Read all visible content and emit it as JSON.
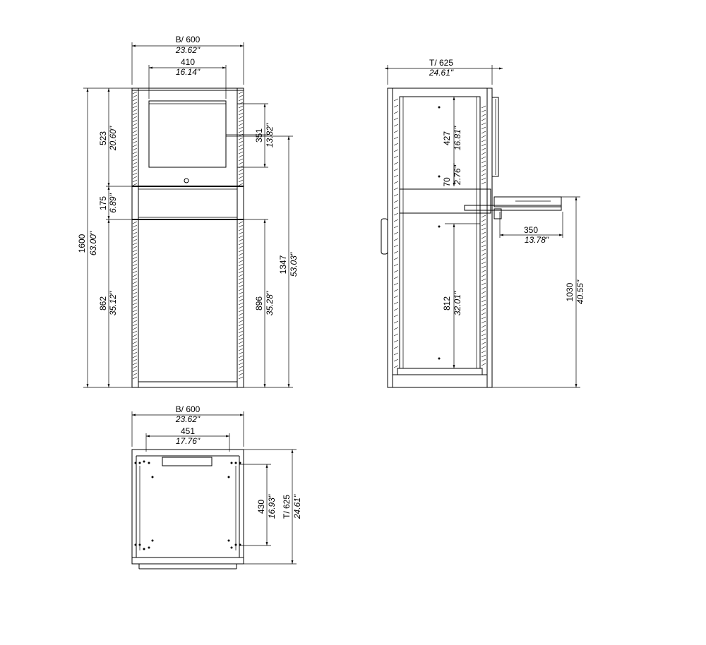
{
  "front_view": {
    "width": {
      "mm": "B/ 600",
      "in": "23.62\""
    },
    "screen_width": {
      "mm": "410",
      "in": "16.14\""
    },
    "screen_height": {
      "mm": "351",
      "in": "13.82\""
    },
    "top_section": {
      "mm": "523",
      "in": "20.60\""
    },
    "middle_section": {
      "mm": "175",
      "in": "6.89\""
    },
    "bottom_section": {
      "mm": "862",
      "in": "35.12\""
    },
    "total_height": {
      "mm": "1600",
      "in": "63.00\""
    },
    "height_to_screen": {
      "mm": "1347",
      "in": "53.03\""
    },
    "door_height": {
      "mm": "896",
      "in": "35.28\""
    }
  },
  "side_view": {
    "depth": {
      "mm": "T/ 625",
      "in": "24.61\""
    },
    "upper_compartment": {
      "mm": "427",
      "in": "16.81\""
    },
    "shelf_gap": {
      "mm": "70",
      "in": "2.76\""
    },
    "lower_compartment": {
      "mm": "812",
      "in": "32.01\""
    },
    "keyboard_extension": {
      "mm": "350",
      "in": "13.78\""
    },
    "keyboard_height": {
      "mm": "1030",
      "in": "40.55\""
    }
  },
  "top_view": {
    "width": {
      "mm": "B/ 600",
      "in": "23.62\""
    },
    "inner_width": {
      "mm": "451",
      "in": "17.76\""
    },
    "inner_depth": {
      "mm": "430",
      "in": "16.93\""
    },
    "depth": {
      "mm": "T/ 625",
      "in": "24.61\""
    }
  }
}
